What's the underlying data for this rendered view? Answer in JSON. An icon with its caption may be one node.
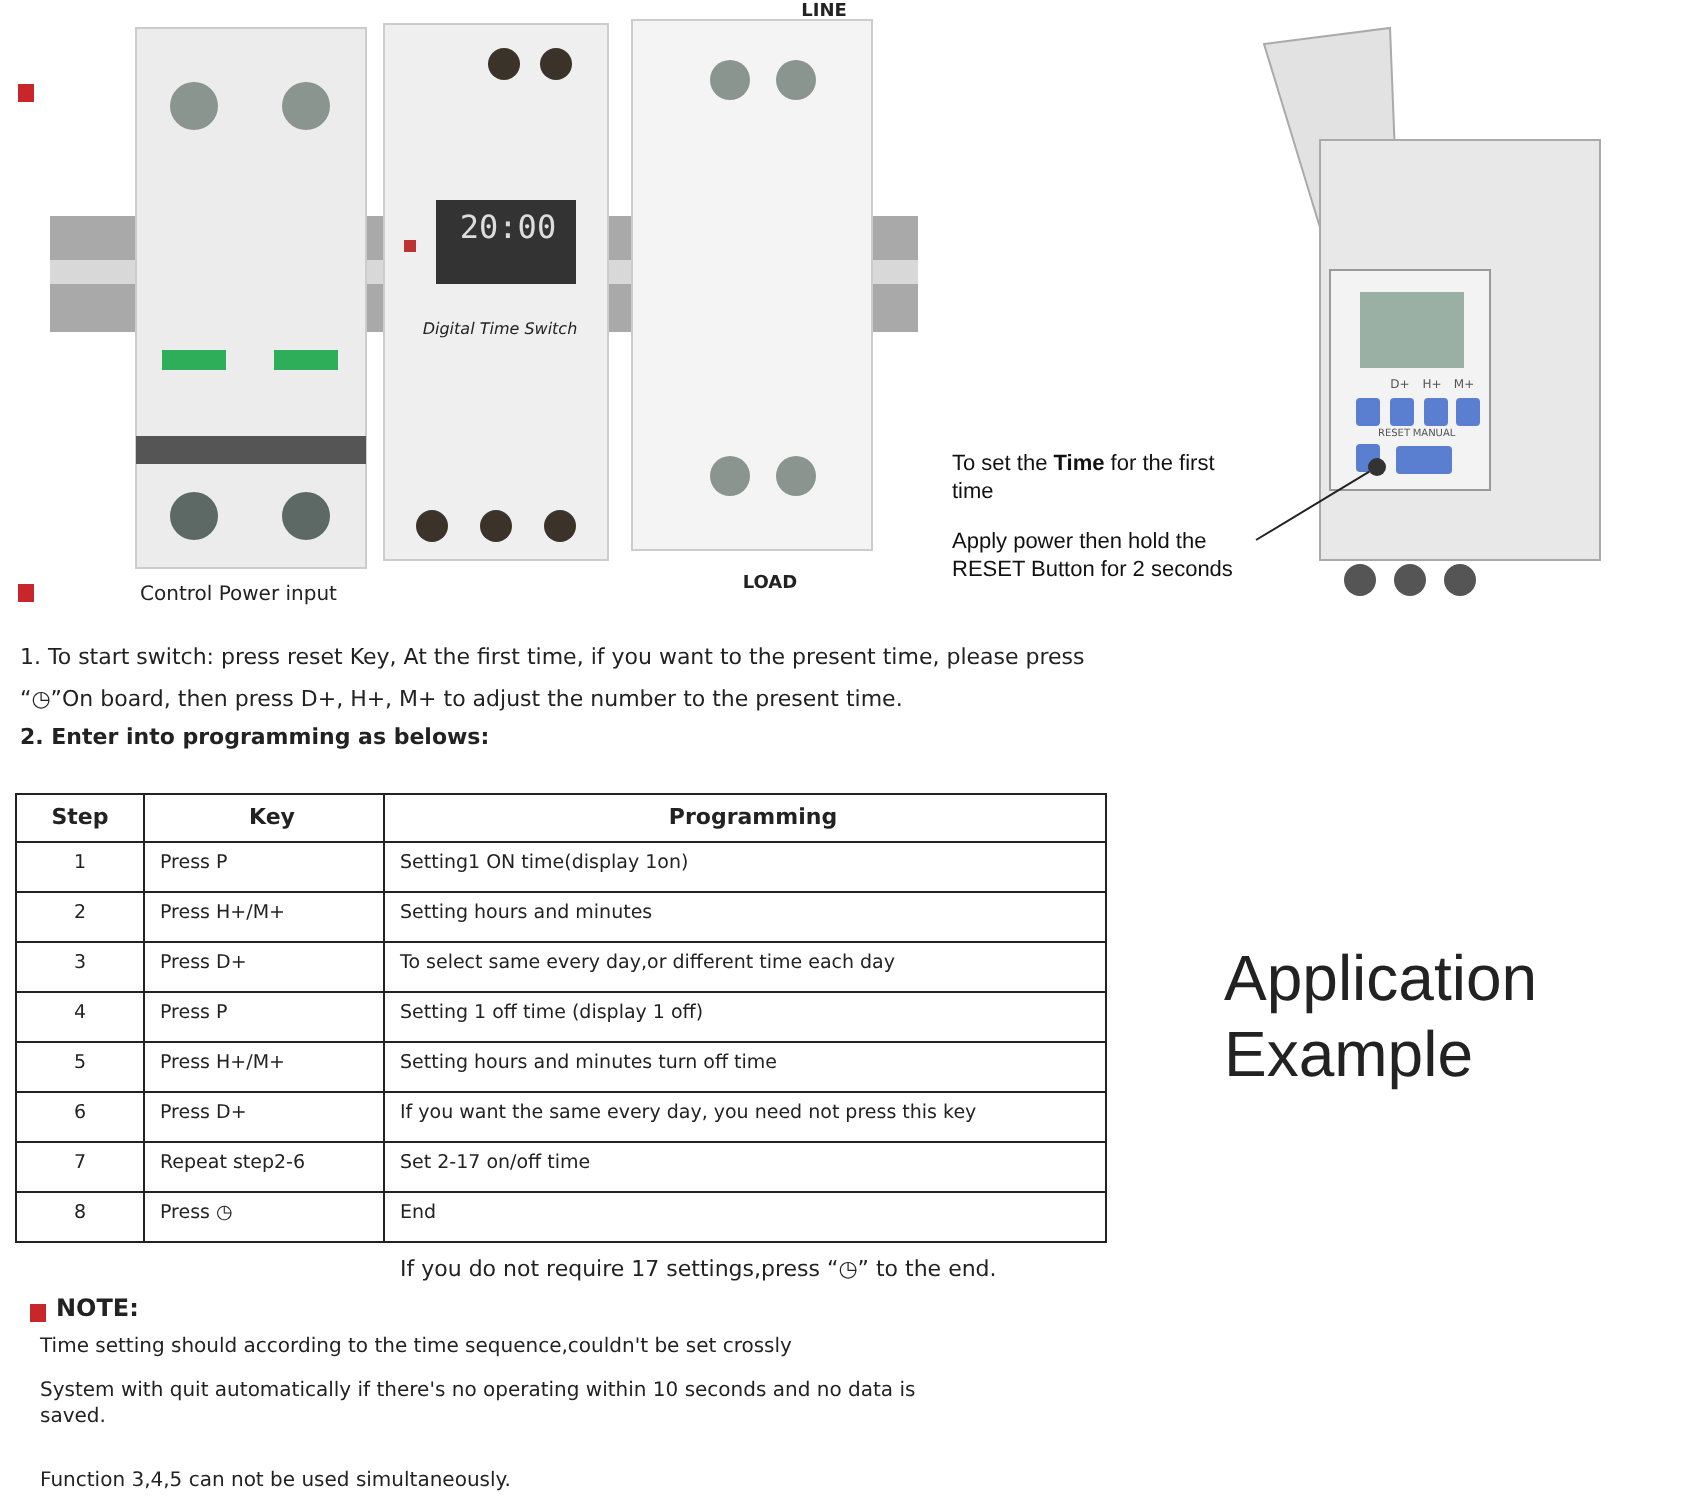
{
  "diagram": {
    "nodes": [
      {
        "text": [
          "To set the **Time** for the first time",
          "Apply power then hold the RESET Button for 2 seconds"
        ]
      },
      {
        "text": [],
        "shape": "circle"
      }
    ],
    "edges": [
      {
        "from": 0,
        "to": 1,
        "arrow": "none"
      }
    ],
    "labels": [
      "LINE",
      "20:00",
      "Digital Time Switch",
      "LOAD",
      "Control Power input",
      "D+",
      "H+",
      "M+",
      "RESET",
      "MANUAL",
      "1. To start switch: press reset Key, At the first time, if you want to the present time, please press “◷”On board, then press D+, H+, M+ to adjust the number to the present time.",
      "2. Enter into programming as belows:",
      "Step",
      "Key",
      "Programming",
      "1",
      "Press P",
      "Setting1 ON time(display 1on)",
      "2",
      "Press H+/M+",
      "Setting hours and minutes",
      "3",
      "Press D+",
      "To select same every day,or different time each day",
      "4",
      "Press P",
      "Setting 1 off time (display 1 off)",
      "5",
      "Press H+/M+",
      "Setting hours and minutes turn off time",
      "6",
      "Press D+",
      "If you want the same every day, you need not press this key",
      "7",
      "Repeat step2-6",
      "Set 2-17 on/off time",
      "8",
      "Press ◷",
      "End",
      "If you do not require 17 settings,press “◷” to the end.",
      "NOTE:",
      "Time setting should according to the time sequence,couldn't be set crossly",
      "System with quit automatically if there's no operating within 10 seconds and no data is saved.",
      "Function 3,4,5 can not be used simultaneously.",
      "Application Example"
    ]
  }
}
